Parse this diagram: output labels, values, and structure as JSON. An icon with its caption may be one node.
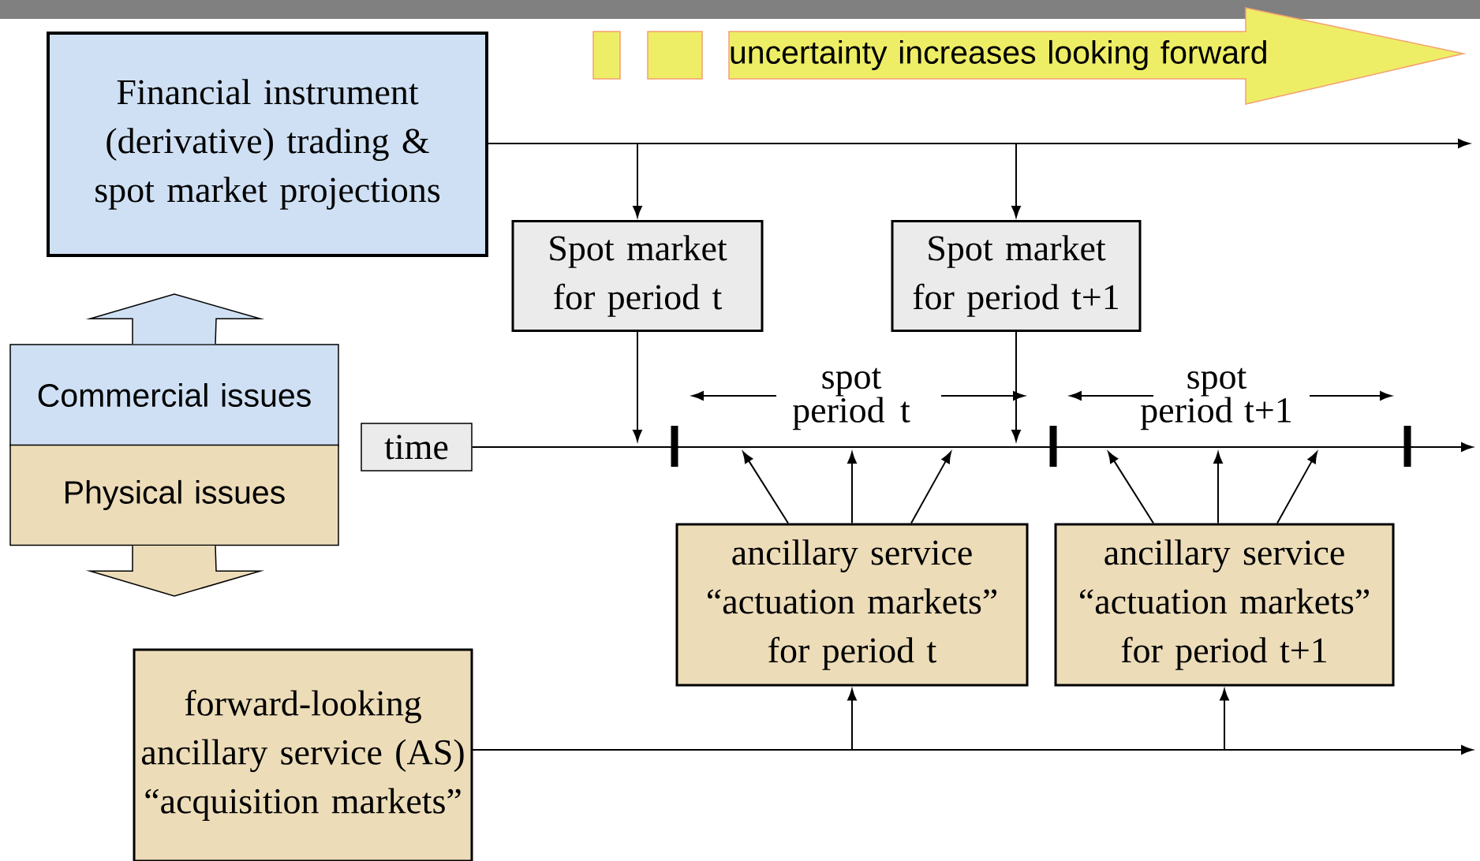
{
  "diagram": {
    "nodes": [
      {
        "text": [
          "Financial instrument (derivative) trading & spot market projections"
        ]
      },
      {
        "text": [
          "uncertainty increases looking forward"
        ]
      },
      {
        "text": [
          "Spot market for period t"
        ]
      },
      {
        "text": [
          "Spot market for period t+1"
        ]
      },
      {
        "text": [
          "Commercial issues"
        ]
      },
      {
        "text": [
          "Physical issues"
        ]
      },
      {
        "text": [
          "time"
        ]
      },
      {
        "text": [
          "ancillary service “actuation markets” for period t"
        ]
      },
      {
        "text": [
          "ancillary service “actuation markets” for period t+1"
        ]
      },
      {
        "text": [
          "forward-looking ancillary service (AS) “acquisition markets”"
        ]
      }
    ],
    "edges": [
      {
        "from": 0,
        "to": null,
        "arrow": "to"
      },
      {
        "from": 0,
        "to": 2,
        "arrow": "to"
      },
      {
        "from": 0,
        "to": 3,
        "arrow": "to"
      },
      {
        "from": 2,
        "to": null,
        "arrow": "to"
      },
      {
        "from": 3,
        "to": null,
        "arrow": "to"
      },
      {
        "from": 6,
        "to": null,
        "arrow": "to"
      },
      {
        "from": 7,
        "to": null,
        "arrow": "to"
      },
      {
        "from": 7,
        "to": null,
        "arrow": "to"
      },
      {
        "from": 7,
        "to": null,
        "arrow": "to"
      },
      {
        "from": 8,
        "to": null,
        "arrow": "to"
      },
      {
        "from": 8,
        "to": null,
        "arrow": "to"
      },
      {
        "from": 8,
        "to": null,
        "arrow": "to"
      },
      {
        "from": 9,
        "to": null,
        "arrow": "to"
      },
      {
        "from": 9,
        "to": 7,
        "arrow": "to"
      },
      {
        "from": 9,
        "to": 8,
        "arrow": "to"
      },
      {
        "from": 4,
        "to": 0,
        "arrow": "to"
      },
      {
        "from": 5,
        "to": null,
        "arrow": "to"
      }
    ],
    "labels": [
      "spot period t",
      "spot period t+1"
    ]
  }
}
